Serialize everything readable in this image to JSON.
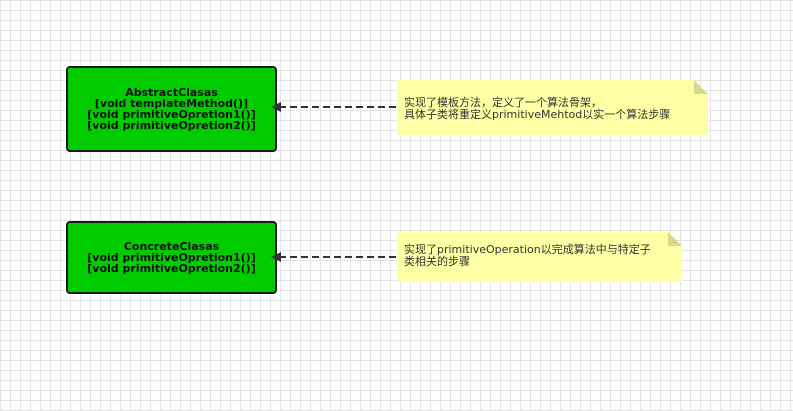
{
  "abstract_class": {
    "name": "AbstractClasas",
    "methods": [
      "[void templateMethod()]",
      "[void primitiveOpretion1()]",
      "[void primitiveOpretion2()]"
    ]
  },
  "concrete_class": {
    "name": "ConcreteClasas",
    "methods": [
      "[void primitiveOpretion1()]",
      "[void primitiveOpretion2()]"
    ]
  },
  "notes": {
    "abstract": {
      "lines": [
        "实现了模板方法，定义了一个算法骨架，",
        "具体子类将重定义primitiveMehtod以实一个算法步骤"
      ]
    },
    "concrete": {
      "lines": [
        "实现了primitiveOperation以完成算法中与特定子",
        "类相关的步骤"
      ]
    }
  },
  "colors": {
    "class_fill": "#00cc00",
    "note_fill": "#ffffa6",
    "edge": "#333333"
  }
}
